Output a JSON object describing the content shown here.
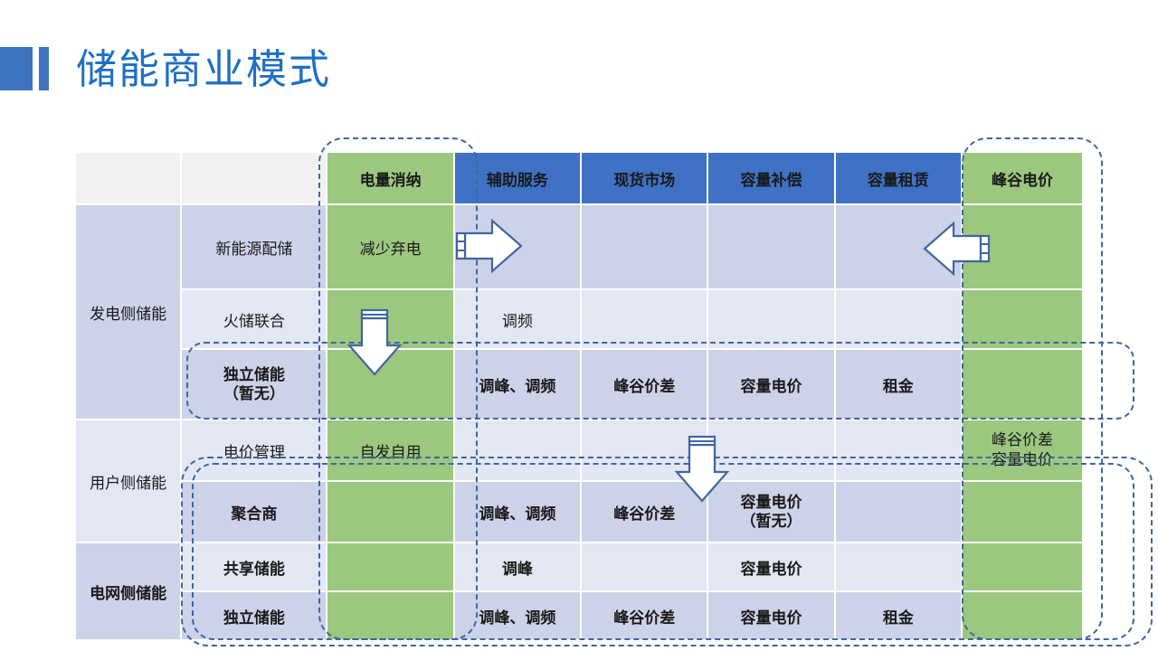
{
  "slide": {
    "title": "储能商业模式",
    "accent_blue": "#3d74c0",
    "title_color": "#1f6fc4",
    "header_blue": "#3f72c4",
    "header_green": "#9cc77f",
    "row_tint_a": "#ccd2e8",
    "row_tint_b": "#e3e7f4",
    "dash_color": "#41659f"
  },
  "table": {
    "corner_blank_1": "",
    "corner_blank_2": "",
    "headers": [
      {
        "label": "电量消纳",
        "style": "green"
      },
      {
        "label": "辅助服务",
        "style": "blue"
      },
      {
        "label": "现货市场",
        "style": "blue"
      },
      {
        "label": "容量补偿",
        "style": "blue"
      },
      {
        "label": "容量租赁",
        "style": "blue"
      },
      {
        "label": "峰谷电价",
        "style": "green"
      }
    ],
    "groups": [
      {
        "label": "发电侧储能",
        "rows": 3
      },
      {
        "label": "用户侧储能",
        "rows": 2
      },
      {
        "label": "电网侧储能",
        "rows": 2
      }
    ],
    "rows": [
      {
        "sub": "新能源配储",
        "sub_bold": false,
        "cells": [
          "减少弃电",
          "",
          "",
          "",
          "",
          ""
        ]
      },
      {
        "sub": "火储联合",
        "sub_bold": false,
        "cells": [
          "",
          "调频",
          "",
          "",
          "",
          ""
        ]
      },
      {
        "sub": "独立储能\n（暂无）",
        "sub_bold": true,
        "cells": [
          "",
          "调峰、调频",
          "峰谷价差",
          "容量电价",
          "租金",
          ""
        ]
      },
      {
        "sub": "电价管理",
        "sub_bold": false,
        "cells": [
          "自发自用",
          "",
          "",
          "",
          "",
          "峰谷价差\n容量电价"
        ]
      },
      {
        "sub": "聚合商",
        "sub_bold": true,
        "cells": [
          "",
          "调峰、调频",
          "峰谷价差",
          "容量电价\n（暂无）",
          "",
          ""
        ]
      },
      {
        "sub": "共享储能",
        "sub_bold": true,
        "cells": [
          "",
          "调峰",
          "",
          "容量电价",
          "",
          ""
        ]
      },
      {
        "sub": "独立储能",
        "sub_bold": true,
        "cells": [
          "",
          "调峰、调频",
          "峰谷价差",
          "容量电价",
          "租金",
          ""
        ]
      }
    ]
  },
  "annotations": {
    "arrows": [
      {
        "name": "arrow-right-electricity-absorption",
        "direction": "right"
      },
      {
        "name": "arrow-down-electricity-absorption",
        "direction": "down"
      },
      {
        "name": "arrow-left-peak-valley-price",
        "direction": "left"
      },
      {
        "name": "arrow-down-capacity-compensation",
        "direction": "down"
      }
    ],
    "highlight_boxes": [
      {
        "name": "highlight-column-electricity-absorption"
      },
      {
        "name": "highlight-column-peak-valley-price"
      },
      {
        "name": "highlight-row-independent-storage-gen"
      },
      {
        "name": "highlight-rows-user-grid-side"
      },
      {
        "name": "highlight-rows-grid-side-outer"
      }
    ]
  }
}
